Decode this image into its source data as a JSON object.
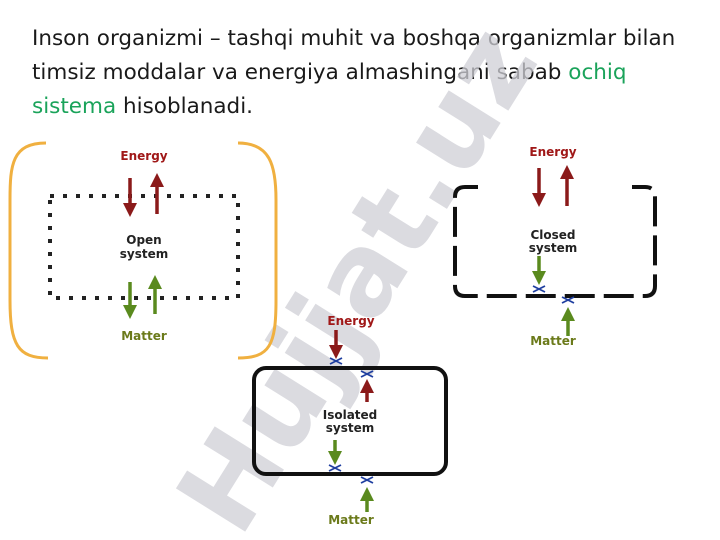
{
  "heading": {
    "part1": "Inson organizmi – tashqi muhit va boshqa organizmlar bilan timsiz moddalar va energiya almashingani sabab ",
    "highlight": "ochiq sistema",
    "part2": " hisoblanadi."
  },
  "watermark": "Hujjat.uz",
  "systems": {
    "open": {
      "label_line1": "Open",
      "label_line2": "system",
      "energy": "Energy",
      "matter": "Matter"
    },
    "closed": {
      "label_line1": "Closed",
      "label_line2": "system",
      "energy": "Energy",
      "matter": "Matter"
    },
    "isolated": {
      "label_line1": "Isolated",
      "label_line2": "system",
      "energy": "Energy",
      "matter": "Matter"
    }
  },
  "colors": {
    "energy_arrow": "#8b1a1a",
    "matter_arrow": "#5a8a1e",
    "energy_text": "#a01818",
    "matter_text": "#6b7a1a",
    "block_mark": "#1f3fa0",
    "highlight_frame": "#f0b040",
    "accent_text": "#1aa35a",
    "watermark": "#cfcfd6"
  }
}
